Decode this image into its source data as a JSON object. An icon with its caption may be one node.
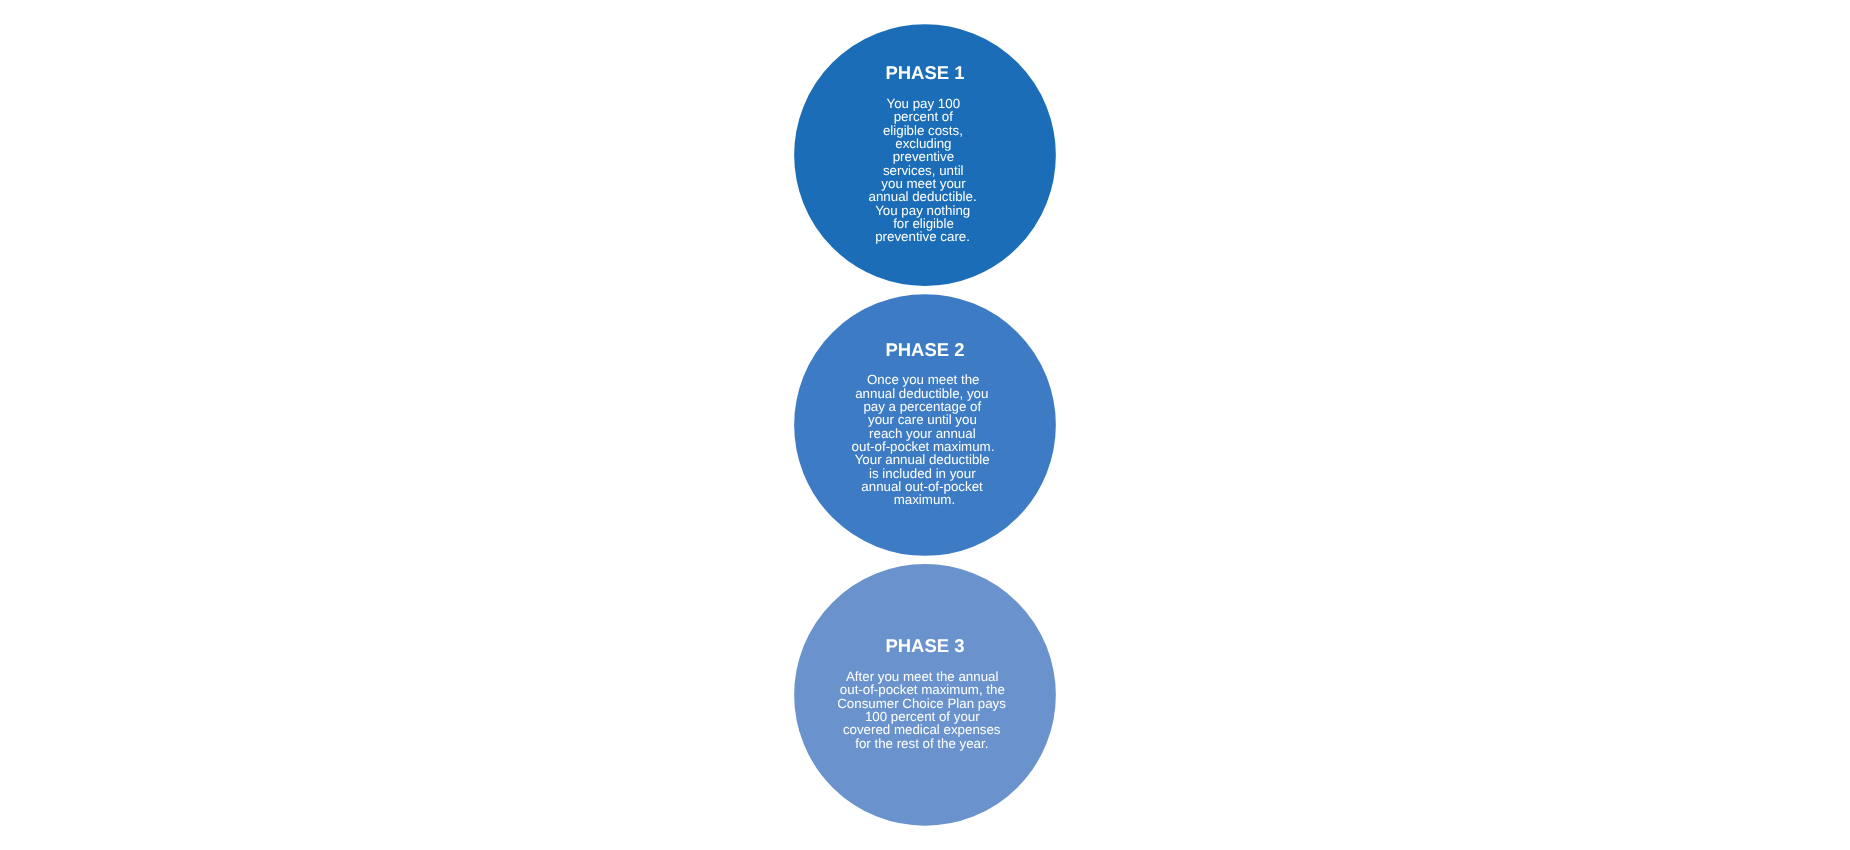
{
  "diagram": {
    "nodes": [
      {
        "text": [
          "PHASE 1",
          "You pay 100 percent of eligible costs, excluding preventive services, until you meet your annual deductible. You pay nothing for eligible preventive care."
        ]
      },
      {
        "text": [
          "PHASE 2",
          "Once you meet the annual deductible, you pay a percentage of your care until you reach your annual out-of-pocket maximum. Your annual deductible is included in your annual out-of-pocket maximum."
        ]
      },
      {
        "text": [
          "PHASE 3",
          "After you meet the annual out-of-pocket maximum, the Consumer Choice Plan pays 100 percent of your covered medical expenses for the rest of the year."
        ]
      }
    ],
    "edges": []
  }
}
